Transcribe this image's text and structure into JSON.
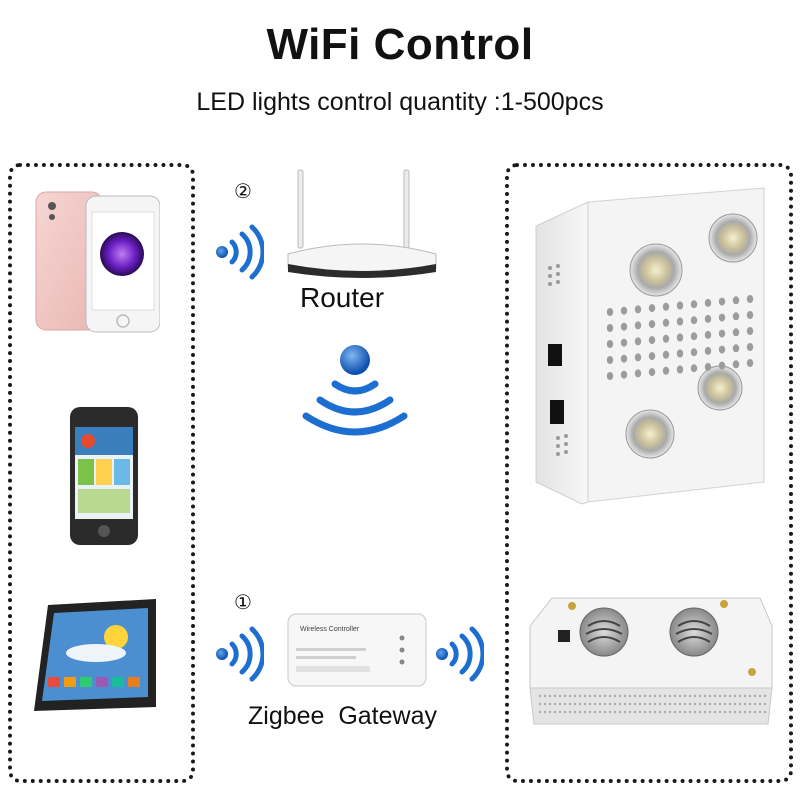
{
  "header": {
    "title": "WiFi Control",
    "subtitle": "LED lights control quantity :1-500pcs"
  },
  "router": {
    "label": "Router",
    "step": "②"
  },
  "gateway": {
    "label": "Zigbee  Gateway",
    "step": "①",
    "device_text": "Wireless Controller"
  },
  "colors": {
    "wave_blue": "#1c6fd1",
    "phone_pink": "#f2c9c6",
    "fixture_white": "#f3f3f3"
  },
  "icons": [
    "smartphone-pink-icon",
    "smartphone-dark-icon",
    "tablet-icon",
    "router-icon",
    "wifi-signal-icon",
    "gateway-device-icon",
    "led-grow-light-icon",
    "led-panel-light-icon"
  ]
}
